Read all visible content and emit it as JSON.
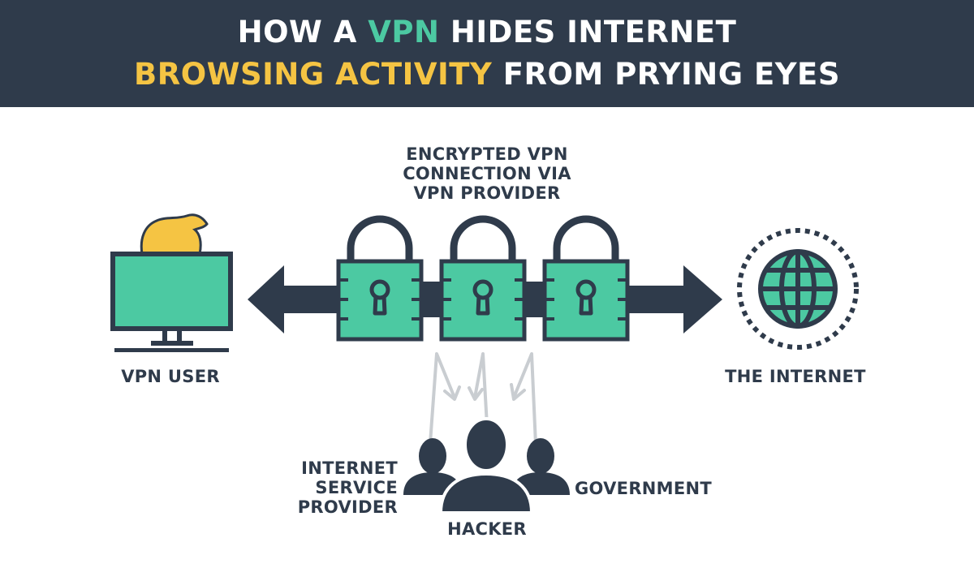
{
  "header": {
    "line1": [
      "HOW A ",
      "VPN",
      " HIDES INTERNET"
    ],
    "line2": [
      "BROWSING ACTIVITY",
      " FROM PRYING EYES"
    ]
  },
  "labels": {
    "encrypted": [
      "ENCRYPTED VPN",
      "CONNECTION VIA",
      "VPN PROVIDER"
    ],
    "vpn_user": "VPN USER",
    "internet": "THE INTERNET",
    "isp": [
      "INTERNET",
      "SERVICE",
      "PROVIDER"
    ],
    "government": "GOVERNMENT",
    "hacker": "HACKER"
  },
  "colors": {
    "header_bg": "#2f3b4b",
    "accent_green": "#4cc9a2",
    "accent_yellow": "#f5c443",
    "dark": "#2f3b4b",
    "arrow_grey": "#c9cdd1"
  },
  "icons": [
    "monitor-icon",
    "user-hair-icon",
    "padlock-icon",
    "globe-icon",
    "person-silhouette-icon",
    "double-arrow-icon"
  ]
}
